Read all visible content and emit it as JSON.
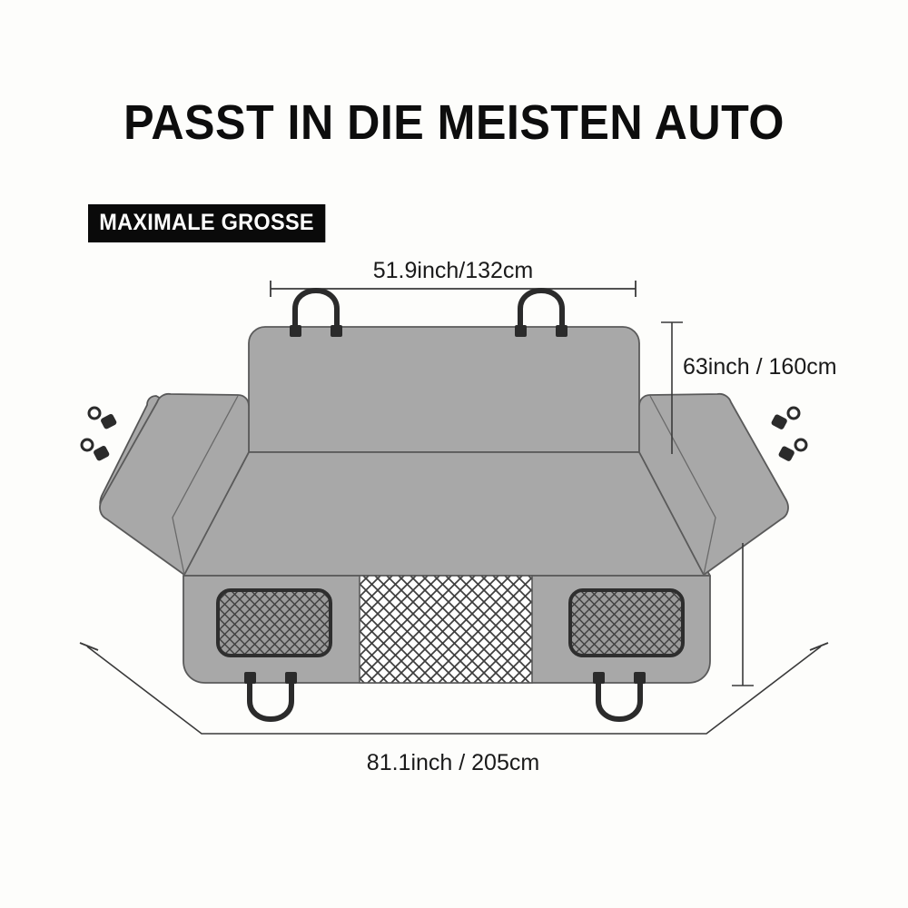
{
  "headline": "PASST IN DIE MEISTEN AUTO",
  "badge": {
    "label": "MAXIMALE GROSSE"
  },
  "diagram": {
    "product": "car boot / rear seat dog hammock cover",
    "dimensions": {
      "width_top": "51.9inch/132cm",
      "height_right": "63inch / 160cm",
      "width_bottom": "81.1inch / 205cm"
    },
    "features": {
      "mesh_window_center": "mesh-visibility-window",
      "pocket_left": "mesh-storage-pocket",
      "pocket_right": "mesh-storage-pocket",
      "handle_straps": 4,
      "side_flap_clips": 4
    }
  },
  "colors": {
    "background": "#fdfdfb",
    "fabric": "#a6a6a6",
    "fabric_shaded": "#9d9d9d",
    "fabric_light": "#b0b0b0",
    "outline": "#4a4a4a",
    "hardware": "#2b2b2b",
    "text": "#0d0d0d",
    "badge_bg": "#0a0a0a",
    "badge_text": "#ffffff",
    "dimension_line": "#3a3a3a"
  }
}
